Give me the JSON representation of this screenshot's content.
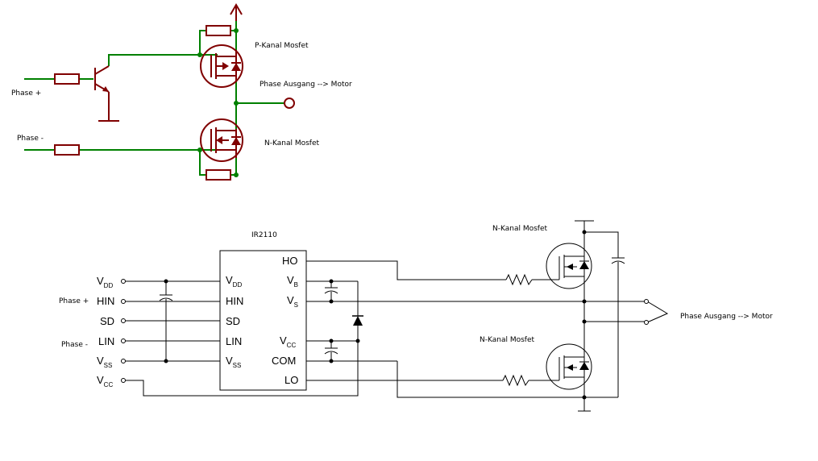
{
  "top_circuit": {
    "phase_plus_label": "Phase +",
    "phase_minus_label": "Phase -",
    "p_mosfet_label": "P-Kanal Mosfet",
    "n_mosfet_label": "N-Kanal Mosfet",
    "output_label": "Phase Ausgang --> Motor",
    "colors": {
      "component": "#800000",
      "wire": "#008000",
      "node": "#008000"
    }
  },
  "bottom_circuit": {
    "ic_name": "IR2110",
    "ic_pins_left": [
      {
        "main": "V",
        "sub": "DD"
      },
      {
        "main": "HIN",
        "sub": ""
      },
      {
        "main": "SD",
        "sub": ""
      },
      {
        "main": "LIN",
        "sub": ""
      },
      {
        "main": "V",
        "sub": "SS"
      }
    ],
    "ic_pins_right": [
      {
        "main": "HO",
        "sub": ""
      },
      {
        "main": "V",
        "sub": "B"
      },
      {
        "main": "V",
        "sub": "S"
      },
      {
        "main": "V",
        "sub": "CC"
      },
      {
        "main": "COM",
        "sub": ""
      },
      {
        "main": "LO",
        "sub": ""
      }
    ],
    "inputs": [
      {
        "main": "V",
        "sub": "DD"
      },
      {
        "main": "HIN",
        "sub": ""
      },
      {
        "main": "SD",
        "sub": ""
      },
      {
        "main": "LIN",
        "sub": ""
      },
      {
        "main": "V",
        "sub": "SS"
      },
      {
        "main": "V",
        "sub": "CC"
      }
    ],
    "phase_plus_label": "Phase +",
    "phase_minus_label": "Phase -",
    "high_mosfet_label": "N-Kanal Mosfet",
    "low_mosfet_label": "N-Kanal Mosfet",
    "output_label": "Phase Ausgang --> Motor",
    "colors": {
      "line": "#000000",
      "node": "#000000"
    }
  }
}
